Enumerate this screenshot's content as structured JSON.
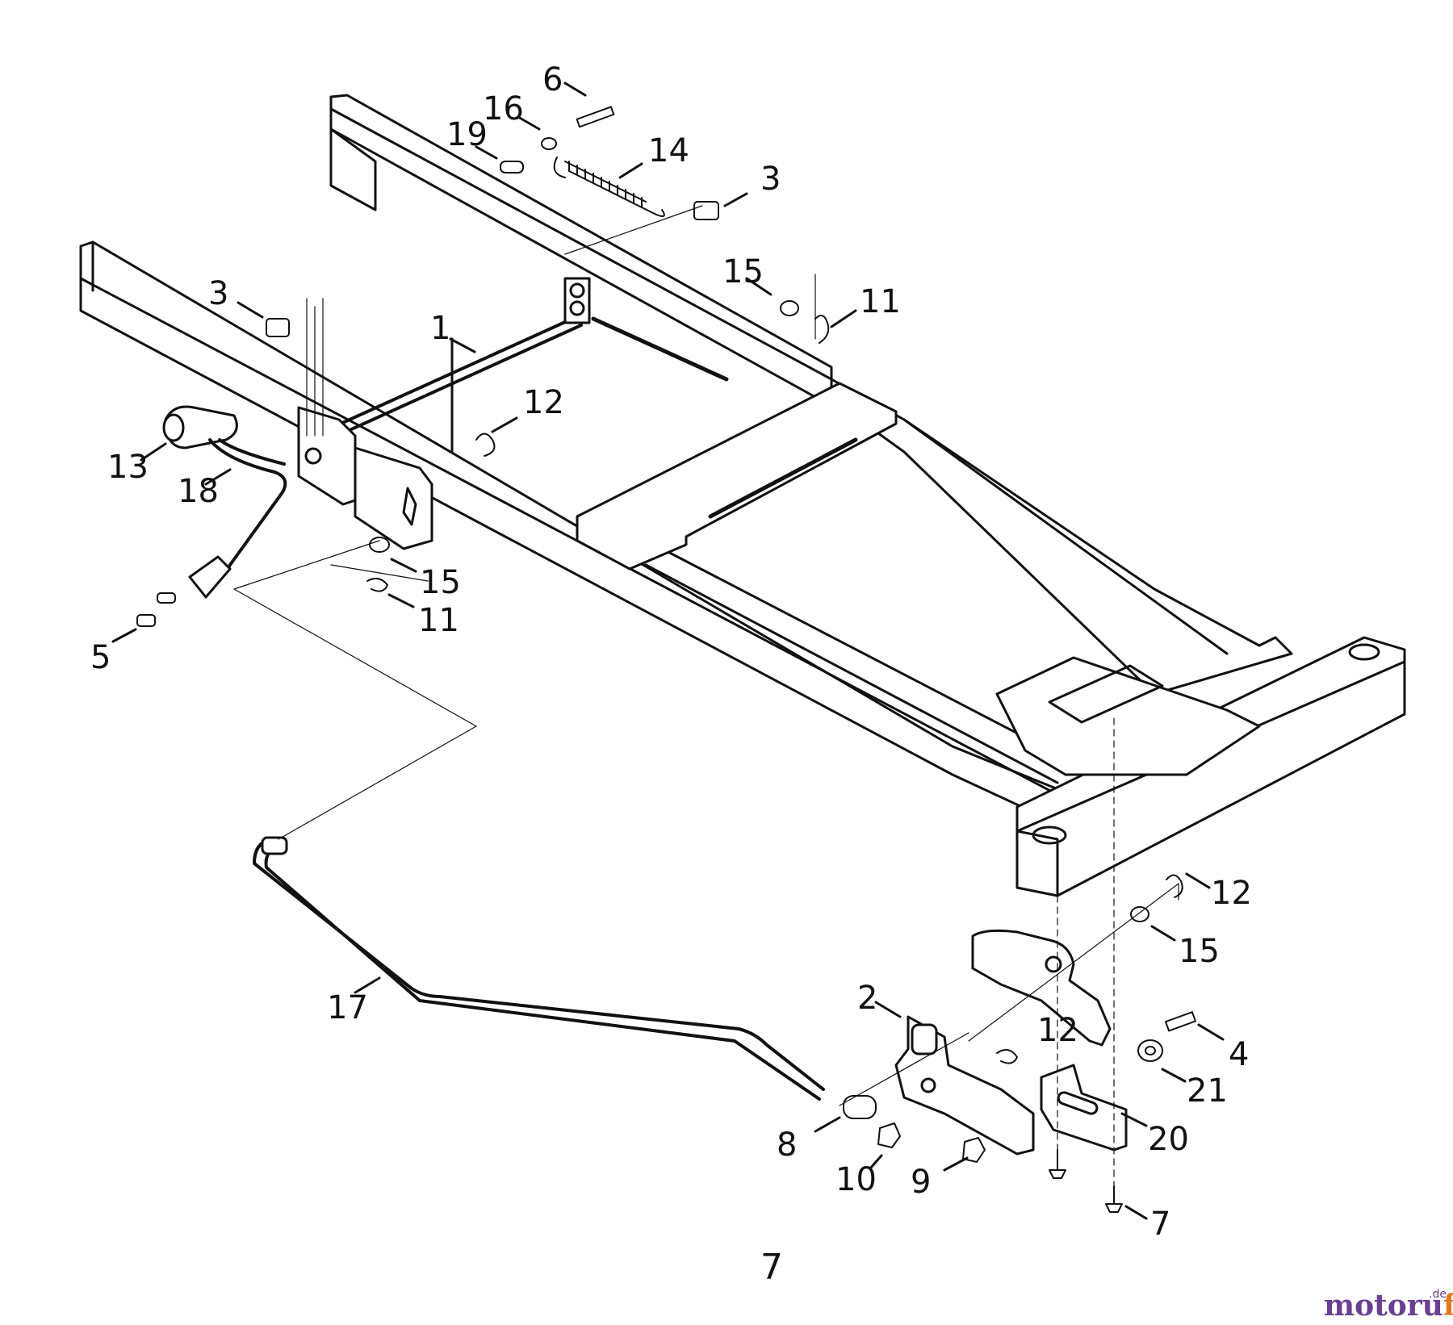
{
  "diagram": {
    "page_number": "7",
    "watermark": {
      "brand_main": "motoru",
      "brand_accent": "f",
      "tld": ".de"
    },
    "callouts": {
      "c1": "1",
      "c2": "2",
      "c3a": "3",
      "c3b": "3",
      "c4": "4",
      "c5": "5",
      "c6": "6",
      "c7a": "7",
      "c8": "8",
      "c9": "9",
      "c10": "10",
      "c11a": "11",
      "c11b": "11",
      "c12a": "12",
      "c12b": "12",
      "c12c": "12",
      "c13": "13",
      "c14": "14",
      "c15a": "15",
      "c15b": "15",
      "c15c": "15",
      "c16": "16",
      "c17": "17",
      "c18": "18",
      "c19": "19",
      "c20": "20",
      "c21": "21"
    }
  }
}
